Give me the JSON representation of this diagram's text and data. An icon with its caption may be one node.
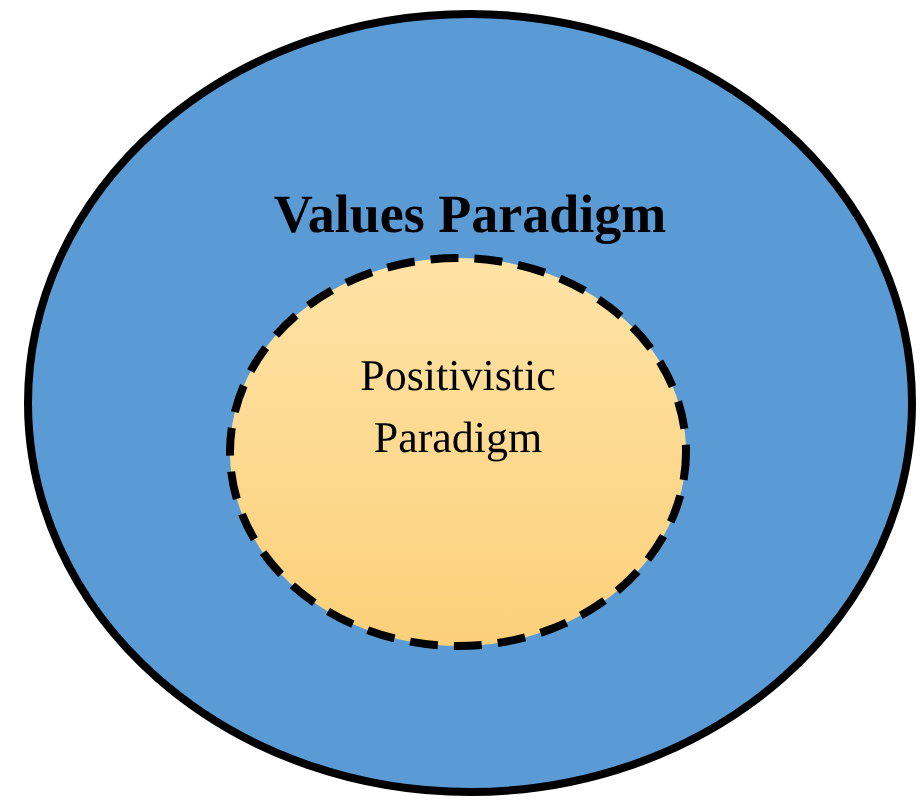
{
  "diagram": {
    "nodes": [
      {
        "text": [
          "Values Paradigm"
        ]
      },
      {
        "text": [
          "Positivistic Paradigm"
        ],
        "in": 0
      }
    ],
    "edges": []
  }
}
